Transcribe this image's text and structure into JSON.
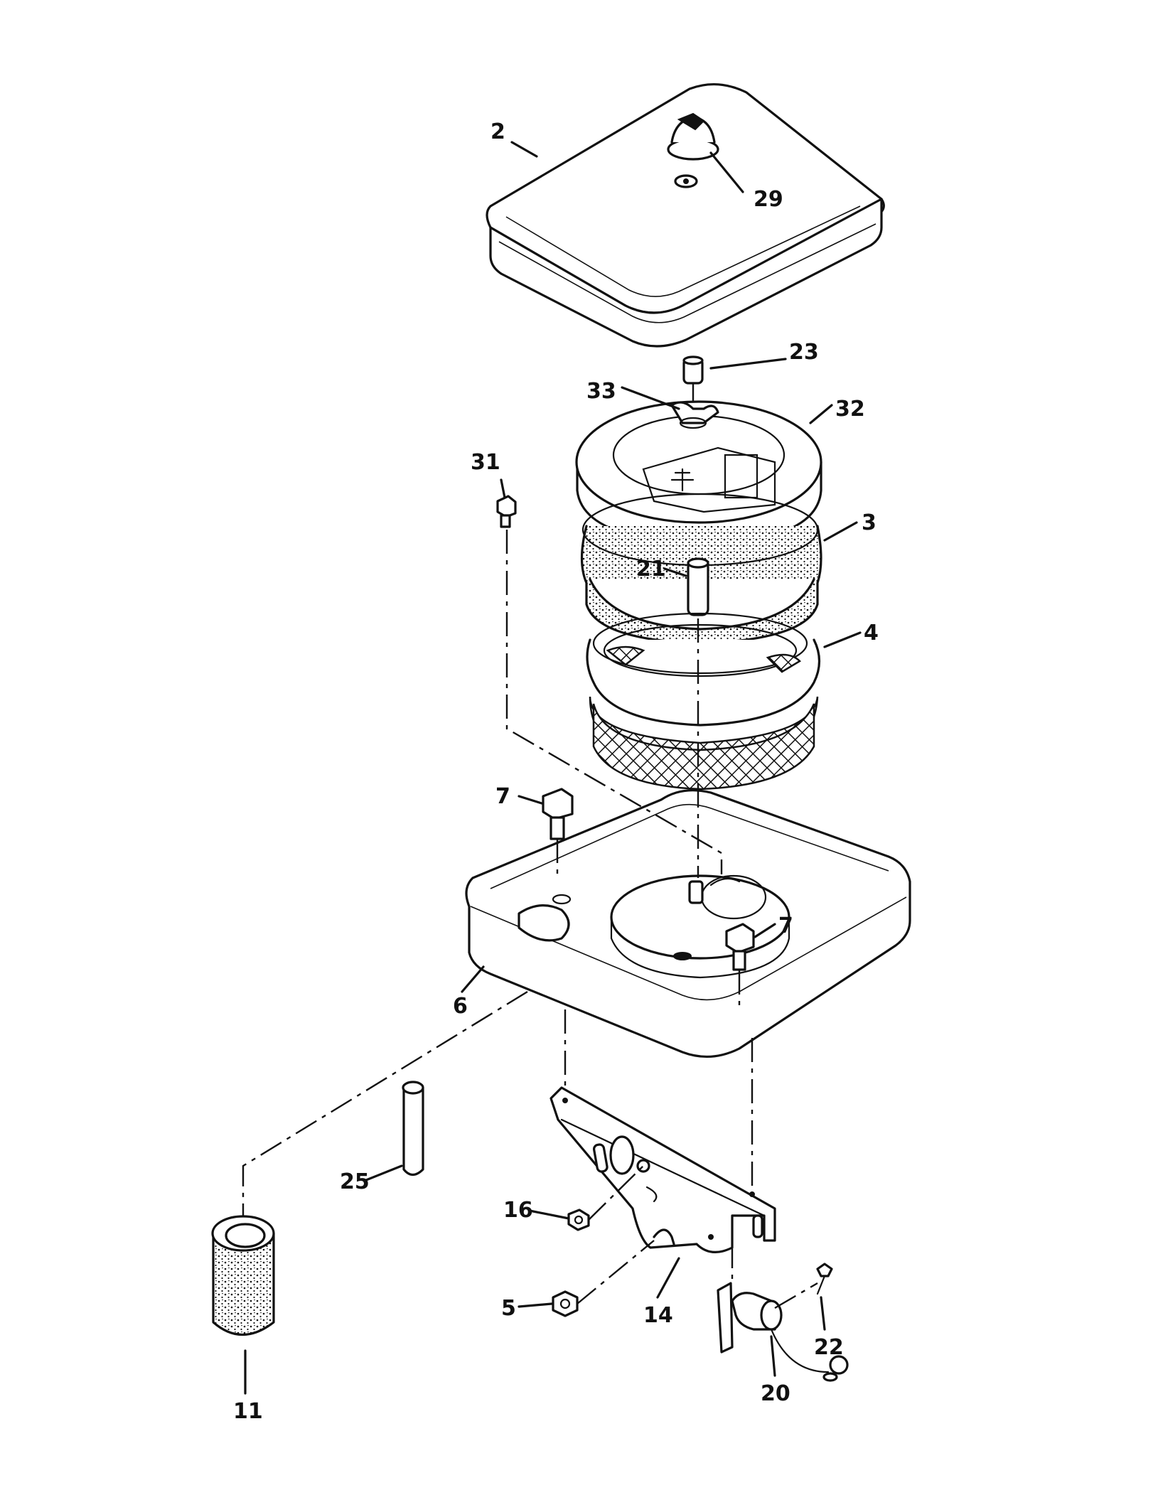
{
  "callouts": {
    "c2": "2",
    "c29": "29",
    "c23": "23",
    "c33": "33",
    "c32": "32",
    "c31": "31",
    "c3": "3",
    "c21": "21",
    "c4": "4",
    "c7a": "7",
    "c7b": "7",
    "c6": "6",
    "c25": "25",
    "c16": "16",
    "c5": "5",
    "c14": "14",
    "c11": "11",
    "c22": "22",
    "c20": "20"
  }
}
